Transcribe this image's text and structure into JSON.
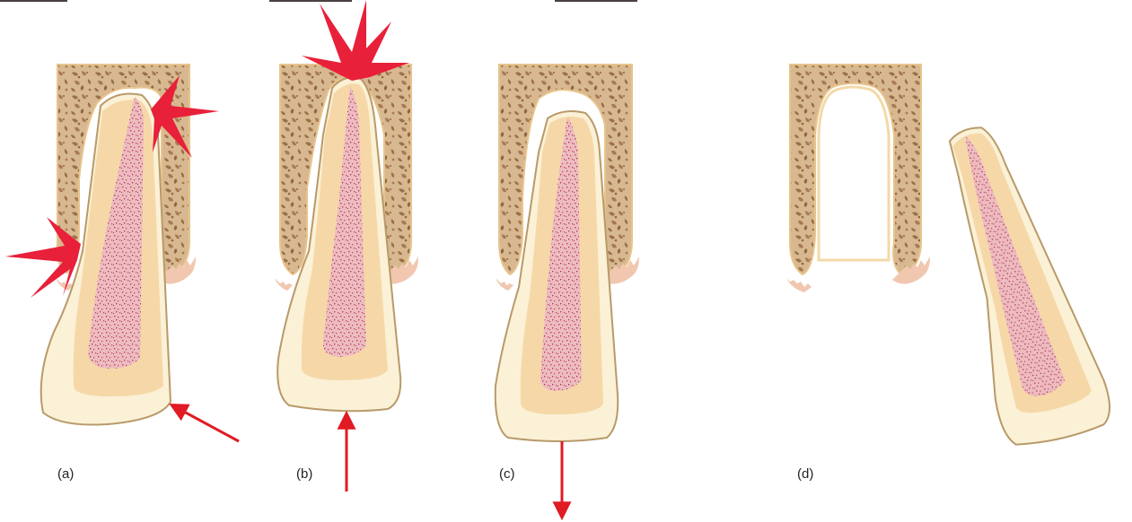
{
  "panels": [
    {
      "label": "(a)"
    },
    {
      "label": "(b)"
    },
    {
      "label": "(c)"
    },
    {
      "label": "(d)"
    }
  ],
  "colors": {
    "bone": "#d8b890",
    "bone_dark": "#9a7048",
    "periodontal_ligament": "#ffffff",
    "dentin": "#f6d8a8",
    "enamel": "#fbf1d6",
    "pulp": "#ecbcbf",
    "pulp_dots": "#c23a63",
    "outline": "#b89a6a",
    "gingiva": "#f1c7b0",
    "force_arrow": "#e01b24",
    "impact_star": "#e8203a",
    "label_text": "#222222"
  },
  "icons": [
    "impact-star-icon",
    "force-arrow-icon"
  ]
}
